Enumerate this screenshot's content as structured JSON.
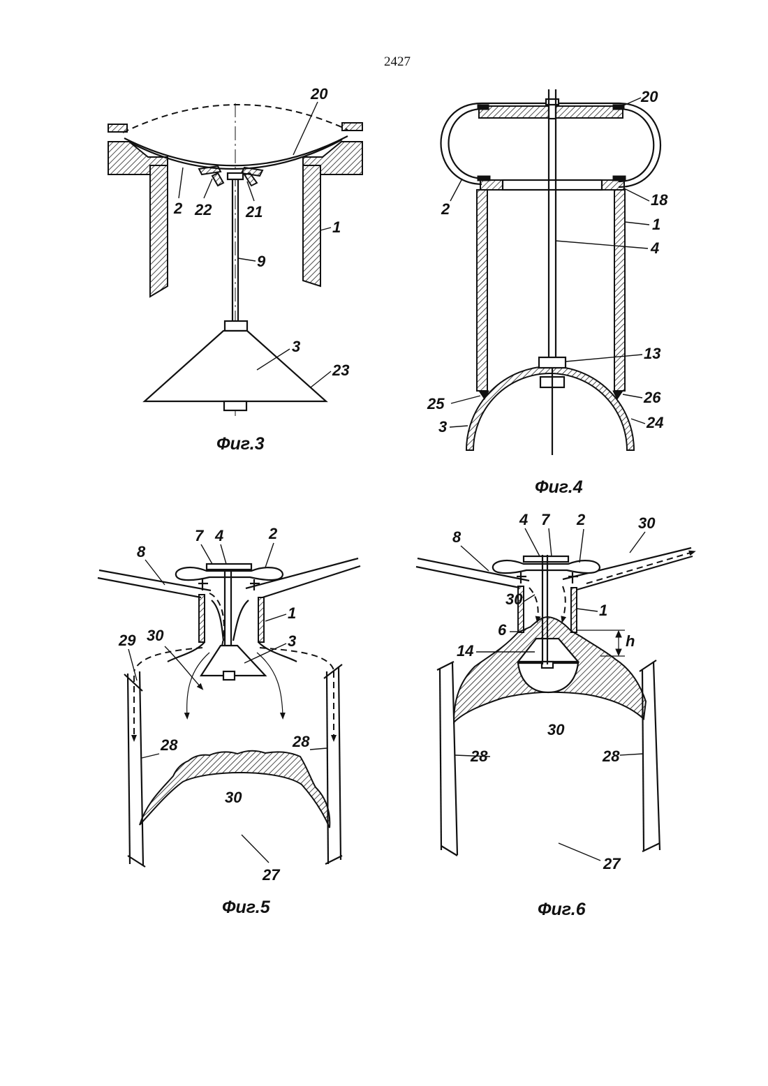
{
  "page_number": "2427",
  "fig3": {
    "caption": "Фиг.3",
    "labels": [
      "20",
      "2",
      "22",
      "21",
      "1",
      "9",
      "3",
      "23"
    ]
  },
  "fig4": {
    "caption": "Фиг.4",
    "labels": [
      "20",
      "2",
      "18",
      "1",
      "4",
      "13",
      "25",
      "26",
      "3",
      "24"
    ]
  },
  "fig5": {
    "caption": "Фиг.5",
    "labels": [
      "7",
      "4",
      "2",
      "8",
      "1",
      "29",
      "30",
      "3",
      "28",
      "28",
      "30",
      "27"
    ]
  },
  "fig6": {
    "caption": "Фиг.6",
    "labels": [
      "4",
      "7",
      "2",
      "30",
      "8",
      "30",
      "1",
      "6",
      "h",
      "14",
      "30",
      "28",
      "28",
      "27"
    ]
  }
}
